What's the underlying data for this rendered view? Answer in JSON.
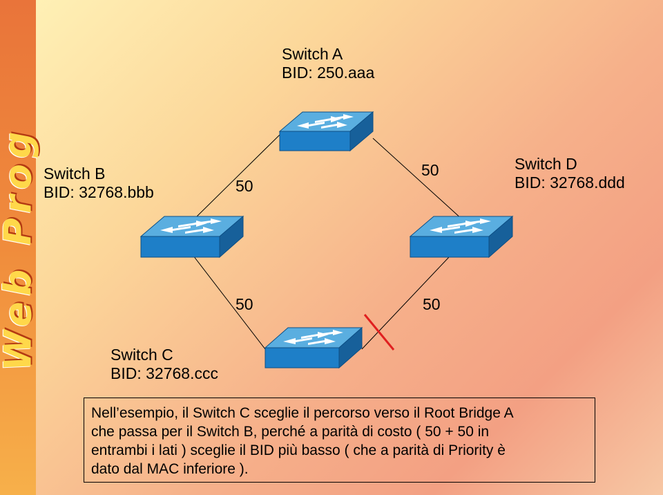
{
  "logo_text": "Web Prog",
  "switches": {
    "a": {
      "name": "Switch A",
      "bid": "BID: 250.aaa"
    },
    "b": {
      "name": "Switch B",
      "bid": "BID: 32768.bbb"
    },
    "c": {
      "name": "Switch C",
      "bid": "BID: 32768.ccc"
    },
    "d": {
      "name": "Switch D",
      "bid": "BID: 32768.ddd"
    }
  },
  "link_costs": {
    "a_b": "50",
    "a_d": "50",
    "b_c": "50",
    "d_c": "50"
  },
  "blocked_link": "d_c",
  "colors": {
    "switch_face": "#1e7fc8",
    "switch_top": "#5aaee0",
    "switch_side": "#17609a",
    "block_mark": "#e02020"
  },
  "note": {
    "lines": [
      "Nell’esempio, il Switch C sceglie il percorso verso il Root Bridge A",
      "che passa per il Switch B,  perché a parità di costo ( 50 + 50 in",
      "entrambi i lati ) sceglie il BID più basso ( che a parità di Priority è",
      "dato dal MAC inferiore )."
    ]
  }
}
